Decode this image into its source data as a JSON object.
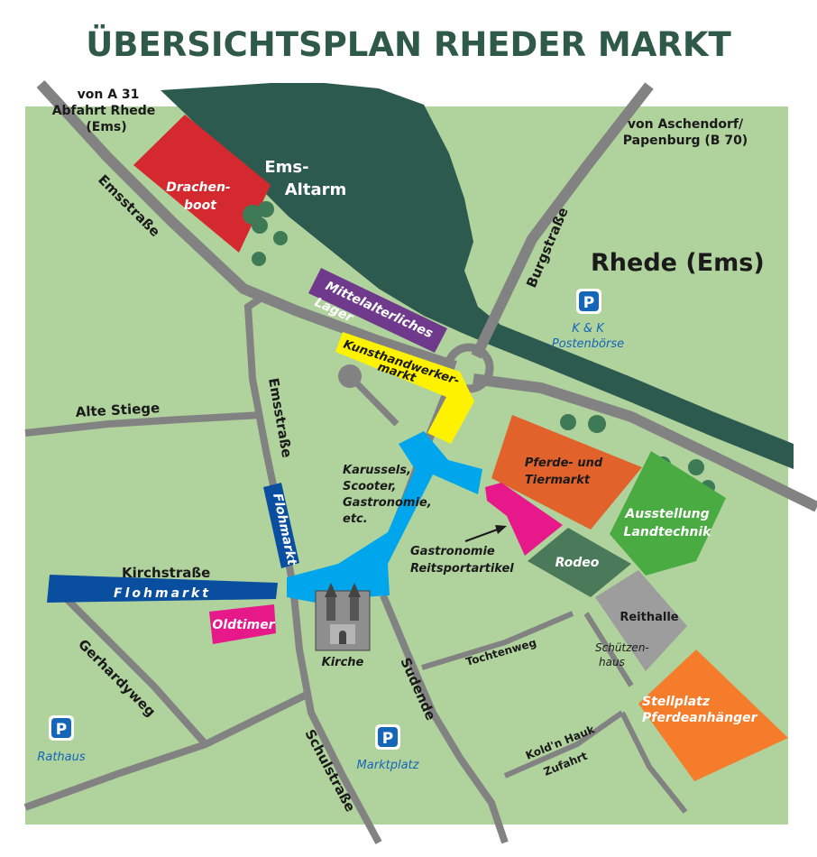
{
  "title": "ÜBERSICHTSPLAN RHEDER MARKT",
  "town": "Rhede (Ems)",
  "water": {
    "line1": "Ems-",
    "line2": "Altarm"
  },
  "directions": {
    "northwest": {
      "line1": "von A 31",
      "line2": "Abfahrt Rhede",
      "line3": "(Ems)"
    },
    "northeast": {
      "line1": "von Aschendorf/",
      "line2": "Papenburg (B 70)"
    }
  },
  "streets": {
    "emsstrasse_main": "Emsstraße",
    "emsstrasse_side": "Emsstraße",
    "burgstrasse": "Burgstraße",
    "alte_stiege": "Alte Stiege",
    "kirchstrasse": "Kirchstraße",
    "gerhardyweg": "Gerhardyweg",
    "schulstrasse": "Schulstraße",
    "sudende": "Sudende",
    "tochtenweg": "Tochtenweg",
    "koldn_hauk": "Kold'n Hauk",
    "zufahrt": "Zufahrt"
  },
  "areas": {
    "drachenboot": {
      "line1": "Drachen-",
      "line2": "boot",
      "color": "#d42a2f"
    },
    "mittelalter": {
      "line1": "Mittelalterliches",
      "line2": "Lager",
      "color": "#6f3a8c"
    },
    "kunsthandwerker": {
      "line1": "Kunsthandwerker-",
      "line2": "markt",
      "color": "#fff200"
    },
    "pferde": {
      "line1": "Pferde- und",
      "line2": "Tiermarkt",
      "color": "#e2622b"
    },
    "ausstellung": {
      "line1": "Ausstellung",
      "line2": "Landtechnik",
      "color": "#4aab43"
    },
    "rodeo": {
      "label": "Rodeo",
      "color": "#4a7a5a"
    },
    "reithalle": {
      "label": "Reithalle",
      "color": "#9d9d9d"
    },
    "schuetzenhaus": {
      "line1": "Schützen-",
      "line2": "haus"
    },
    "stellplatz": {
      "line1": "Stellplatz",
      "line2": "Pferdeanhänger",
      "color": "#f47c2a"
    },
    "oldtimer": {
      "label": "Oldtimer",
      "color": "#e6188a"
    },
    "flohmarkt_h": {
      "label": "Flohmarkt",
      "color": "#0a4ea0"
    },
    "flohmarkt_v": {
      "label": "Flohmarkt",
      "color": "#0a4ea0"
    },
    "kirmes": {
      "line1": "Karussels,",
      "line2": "Scooter,",
      "line3": "Gastronomie,",
      "line4": "etc.",
      "color": "#00a6ec"
    },
    "gastro": {
      "line1": "Gastronomie",
      "line2": "Reitsportartikel",
      "color": "#e6188a"
    },
    "kirche": "Kirche"
  },
  "parking": [
    {
      "symbol": "P",
      "line1": "K & K",
      "line2": "Postenbörse"
    },
    {
      "symbol": "P",
      "line1": "Rathaus"
    },
    {
      "symbol": "P",
      "line1": "Marktplatz"
    }
  ],
  "colors": {
    "map_green": "#b0d29d",
    "road_gray": "#828282",
    "water_dark": "#2d5a4f",
    "title_green": "#2f5a4a",
    "parking_blue": "#1565b8"
  }
}
